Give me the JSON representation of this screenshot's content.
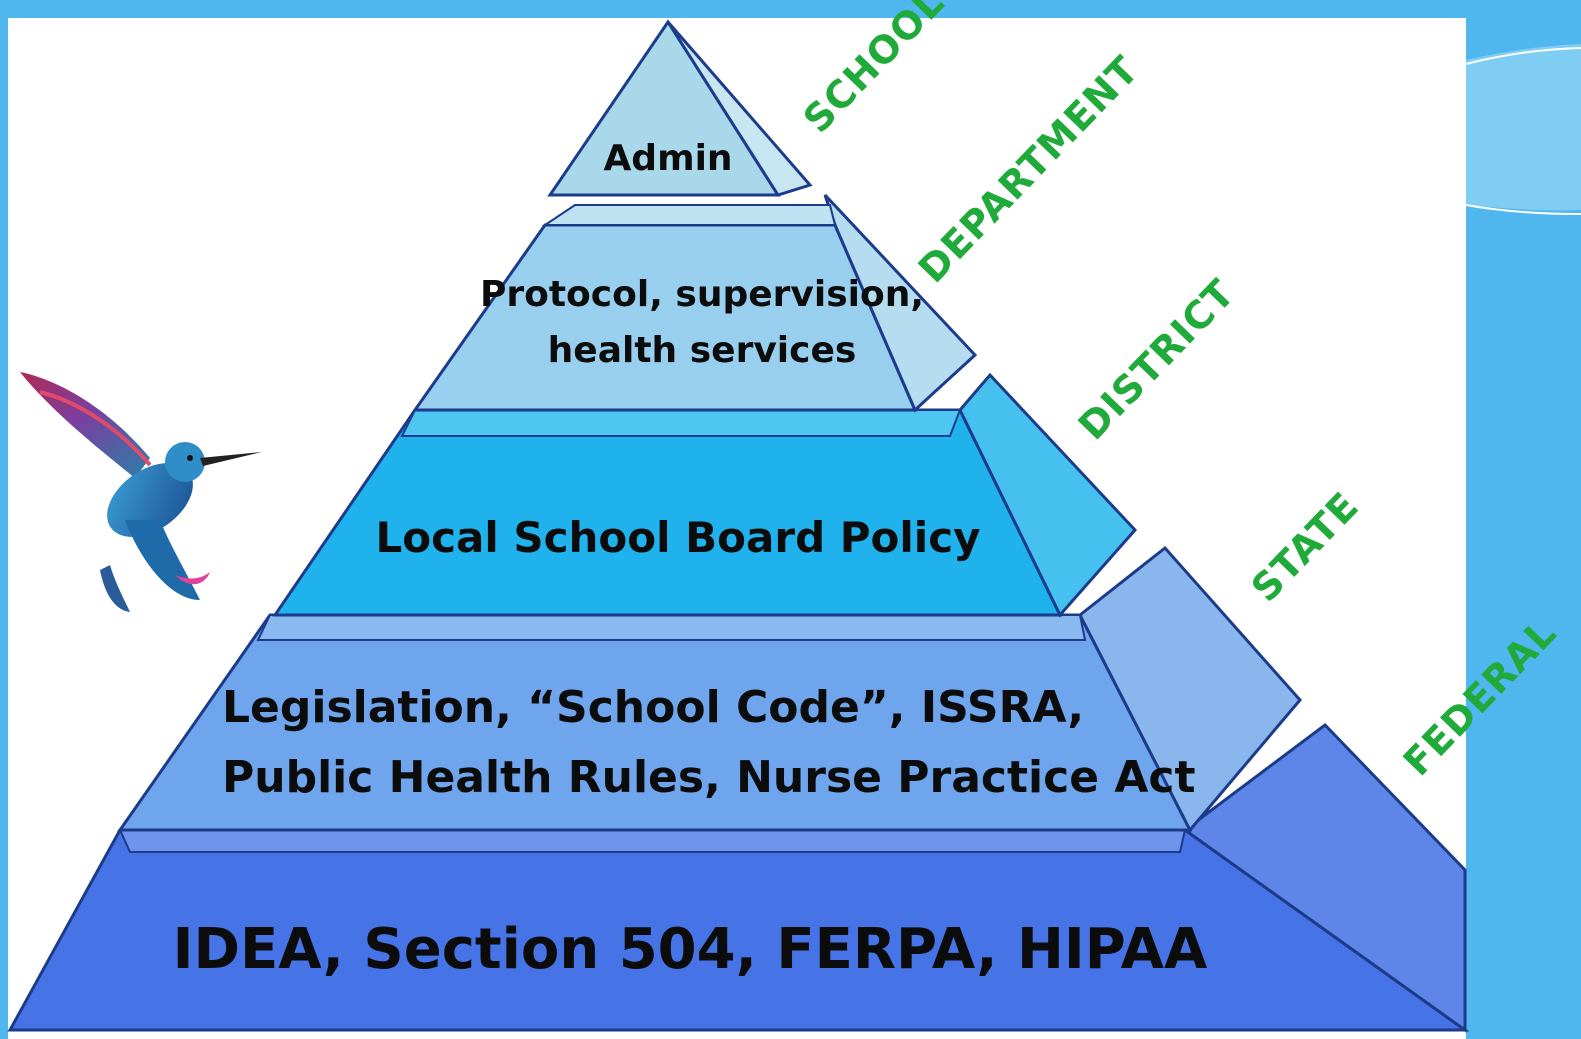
{
  "slide": {
    "background_color": "#4fb6ee",
    "canvas_color": "#ffffff"
  },
  "pyramid": {
    "tiers": [
      {
        "id": "admin",
        "lines": [
          "Admin"
        ],
        "color": "#a9d8ea"
      },
      {
        "id": "protocol",
        "lines": [
          "Protocol, supervision,",
          "health services"
        ],
        "color": "#98cfef"
      },
      {
        "id": "local-policy",
        "lines": [
          "Local School Board Policy"
        ],
        "color": "#1fb2ec"
      },
      {
        "id": "legislation",
        "lines": [
          "Legislation, “School Code”, ISSRA,",
          "Public Health Rules, Nurse Practice Act"
        ],
        "color": "#6fa5ec"
      },
      {
        "id": "federal-law",
        "lines": [
          "IDEA, Section 504, FERPA, HIPAA"
        ],
        "color": "#4673e6"
      }
    ]
  },
  "levels": {
    "color": "#1faa3a",
    "items": [
      "SCHOOL",
      "DEPARTMENT",
      "DISTRICT",
      "STATE",
      "FEDERAL"
    ]
  },
  "decoration": {
    "bird": "hummingbird-image"
  }
}
